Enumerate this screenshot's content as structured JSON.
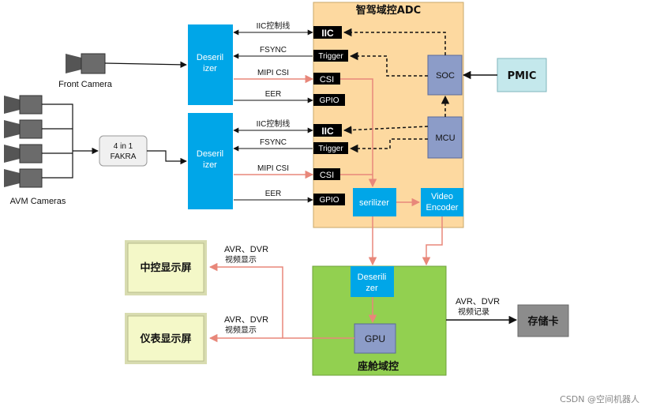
{
  "adc": {
    "title": "智驾域控ADC",
    "soc": "SOC",
    "mcu": "MCU",
    "serializer": "serilizer",
    "video_encoder_line1": "Video",
    "video_encoder_line2": "Encoder"
  },
  "deserializer": {
    "line1": "Deseril",
    "line2": "izer"
  },
  "port_labels": {
    "iic": "IIC",
    "trigger": "Trigger",
    "csi": "CSI",
    "gpio": "GPIO"
  },
  "link_labels": {
    "iic_ctrl": "IIC控制线",
    "fsync": "FSYNC",
    "mipi_csi": "MIPI CSI",
    "eer": "EER"
  },
  "pmic": "PMIC",
  "cameras": {
    "front": "Front Camera",
    "avm": "AVM Cameras"
  },
  "fakra": {
    "line1": "4 in 1",
    "line2": "FAKRA"
  },
  "cockpit": {
    "title": "座舱域控",
    "deserializer_line1": "Deserili",
    "deserializer_line2": "zer",
    "gpu": "GPU"
  },
  "displays": {
    "center": "中控显示屏",
    "instrument": "仪表显示屏"
  },
  "display_links": {
    "line1": "AVR、DVR",
    "line2": "视频显示"
  },
  "storage": {
    "label": "存储卡",
    "link_line1": "AVR、DVR",
    "link_line2": "视频记录"
  },
  "watermark": "CSDN @空间机器人",
  "colors": {
    "adc_bg": "#fdd9a0",
    "block_blue": "#00a6e8",
    "soc_mcu": "#8c9cc8",
    "pmic_bg": "#c4e8ec",
    "cockpit_bg": "#92d050",
    "display_bg": "#f4f8c8",
    "storage_bg": "#8c8c8c",
    "video_link": "#e8877a"
  }
}
